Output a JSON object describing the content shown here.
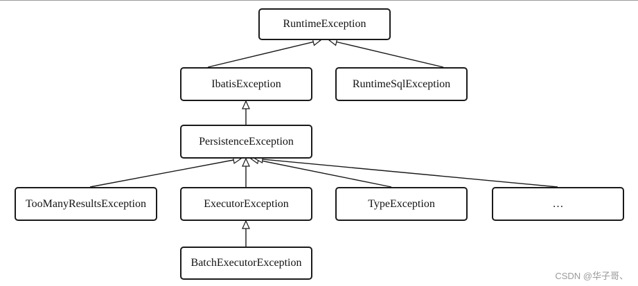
{
  "diagram": {
    "nodes": {
      "runtime_exception": "RuntimeException",
      "ibatis_exception": "IbatisException",
      "runtime_sql_exception": "RuntimeSqlException",
      "persistence_exception": "PersistenceException",
      "too_many_results_exception": "TooManyResultsException",
      "executor_exception": "ExecutorException",
      "type_exception": "TypeException",
      "more": "…",
      "batch_executor_exception": "BatchExecutorException"
    },
    "edges": [
      {
        "from": "ibatis_exception",
        "to": "runtime_exception"
      },
      {
        "from": "runtime_sql_exception",
        "to": "runtime_exception"
      },
      {
        "from": "persistence_exception",
        "to": "ibatis_exception"
      },
      {
        "from": "too_many_results_exception",
        "to": "persistence_exception"
      },
      {
        "from": "executor_exception",
        "to": "persistence_exception"
      },
      {
        "from": "type_exception",
        "to": "persistence_exception"
      },
      {
        "from": "more",
        "to": "persistence_exception"
      },
      {
        "from": "batch_executor_exception",
        "to": "executor_exception"
      }
    ]
  },
  "watermark": "CSDN @华子哥、"
}
